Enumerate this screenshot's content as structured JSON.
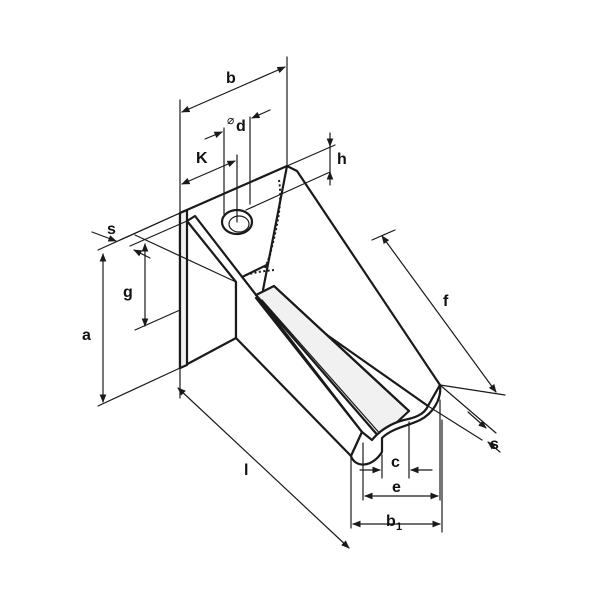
{
  "labels": {
    "b": "b",
    "d": "d",
    "diameter": "⌀",
    "K": "K",
    "h": "h",
    "s_top": "s",
    "g": "g",
    "a": "a",
    "f": "f",
    "s_right": "s",
    "c": "c",
    "e": "e",
    "l": "l",
    "b1": "b",
    "b1_sub": "1"
  }
}
